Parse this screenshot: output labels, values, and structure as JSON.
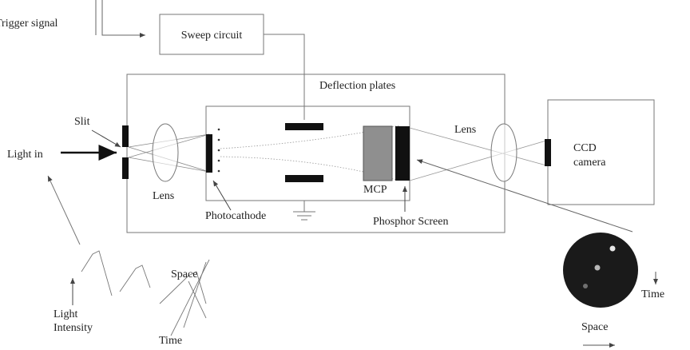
{
  "labels": {
    "trigger": "Trigger signal",
    "sweep": "Sweep circuit",
    "deflection": "Deflection plates",
    "slit": "Slit",
    "light_in": "Light in",
    "lens_left": "Lens",
    "lens_right": "Lens",
    "photocathode": "Photocathode",
    "mcp": "MCP",
    "phosphor": "Phosphor Screen",
    "ccd_line1": "CCD",
    "ccd_line2": "camera",
    "light_intensity_1": "Light",
    "light_intensity_2": "Intensity",
    "space_left": "Space",
    "time_left": "Time",
    "time_right": "Time",
    "space_right": "Space"
  },
  "colors": {
    "line": "#555555",
    "dark": "#111111",
    "mcp_fill": "#8f8f8f",
    "screen_bg": "#1a1a1a"
  }
}
